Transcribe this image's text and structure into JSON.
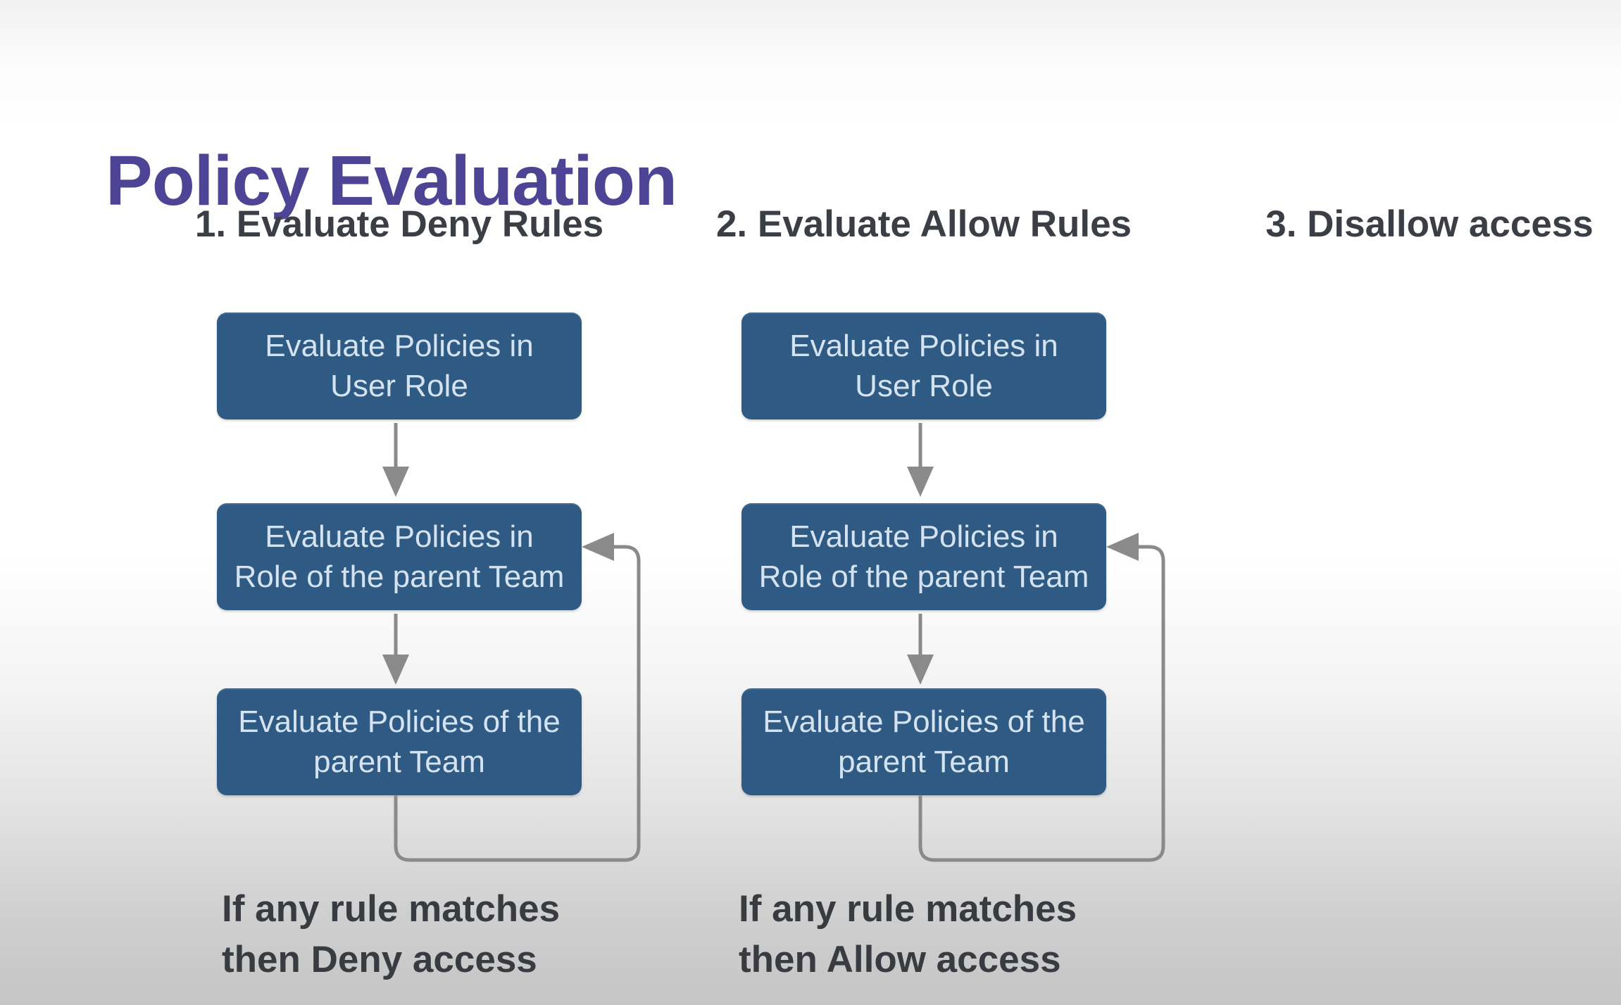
{
  "title": "Policy Evaluation",
  "steps": [
    {
      "label": "1. Evaluate Deny Rules"
    },
    {
      "label": "2. Evaluate Allow Rules"
    },
    {
      "label": "3. Disallow access"
    }
  ],
  "flows": [
    {
      "name": "deny-rules-flow",
      "boxes": [
        "Evaluate Policies in\nUser Role",
        "Evaluate Policies in\nRole of the parent Team",
        "Evaluate Policies of the\nparent Team"
      ],
      "caption": "If any rule matches\nthen Deny access"
    },
    {
      "name": "allow-rules-flow",
      "boxes": [
        "Evaluate Policies in\nUser Role",
        "Evaluate Policies in\nRole of the parent Team",
        "Evaluate Policies of the\nparent Team"
      ],
      "caption": "If any rule matches\nthen Allow access"
    }
  ],
  "colors": {
    "title-purple": "#4e4496",
    "heading-gray": "#3b3e44",
    "box-blue": "#2f5a83",
    "box-text": "#d5e3f0",
    "arrow-gray": "#8a8a8a",
    "caption-gray": "#383b40"
  }
}
